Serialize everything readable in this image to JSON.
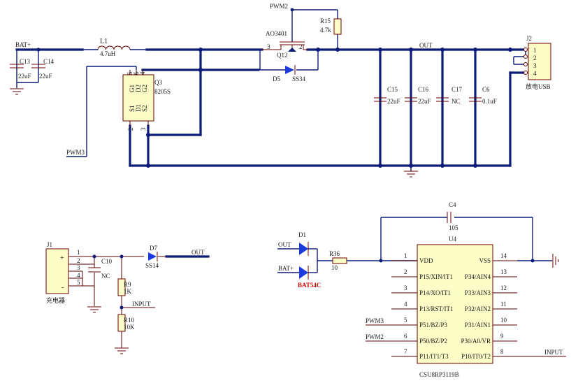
{
  "labels": {
    "bat_plus": "BAT+",
    "c13": "C13",
    "c13_val": "22uF",
    "c14": "C14",
    "c14_val": "22uF",
    "l1": "L1",
    "l1_val": "4.7uH",
    "pwm2_top": "PWM2",
    "ao3401": "AO3401",
    "q12": "Q12",
    "q12_p3": "3",
    "q12_p2": "2",
    "r15": "R15",
    "r15_val": "4.7k",
    "d5": "D5",
    "d5_val": "SS34",
    "q3": "Q3",
    "q3_val": "8205S",
    "q3_g1": "G1",
    "q3_d2": "D2",
    "q3_g2": "G2",
    "q3_s1": "S1",
    "q3_d1": "D1",
    "q3_s2": "S2",
    "q3_p5": "5",
    "q3_p6": "6",
    "q3_p4": "4",
    "q3_p2": "2",
    "q3_p3": "3",
    "pwm3": "PWM3",
    "out": "OUT",
    "c15": "C15",
    "c15_val": "22uF",
    "c16": "C16",
    "c16_val": "22uF",
    "c17": "C17",
    "c17_val": "NC",
    "c6": "C6",
    "c6_val": "0.1uF",
    "j2": "J2",
    "j2_p1": "1",
    "j2_p2": "2",
    "j2_p3": "3",
    "j2_p4": "4",
    "j2_name": "放电USB",
    "j1": "J1",
    "j1_plus": "+",
    "j1_minus": "-",
    "j1_name": "充电器",
    "j1_p1": "1",
    "j1_p2": "2",
    "j1_p3": "3",
    "j1_p4": "4",
    "j1_p5": "5",
    "c10": "C10",
    "c10_val": "NC",
    "d7": "D7",
    "d7_val": "SS14",
    "out2": "OUT",
    "r9": "R9",
    "r9_val": "1K",
    "r10": "R10",
    "r10_val": "10K",
    "input": "INPUT",
    "c4": "C4",
    "c4_val": "105",
    "u4": "U4",
    "d1": "D1",
    "d1_out": "OUT",
    "d1_bat": "BAT+",
    "d1_val": "BAT54C",
    "r36": "R36",
    "r36_val": "10",
    "u4_part": "CSU8RP3119B",
    "pwm3_b": "PWM3",
    "pwm2_b": "PWM2",
    "input_b": "INPUT",
    "u4_left_names": [
      "VDD",
      "P15/XIN/IT1",
      "P14/XO/IT1",
      "P13/RST/IT1",
      "P51/BZ/P3",
      "P50/BZ/P2",
      "P11/IT1/T3"
    ],
    "u4_right_names": [
      "VSS",
      "P34/AIN4",
      "P33/AIN3",
      "P32/AIN2",
      "P31/AIN1",
      "P30/A0/VR",
      "P10/IT0/T2"
    ],
    "u4_left_nums": [
      "1",
      "2",
      "3",
      "4",
      "5",
      "6",
      "7"
    ],
    "u4_right_nums": [
      "14",
      "13",
      "12",
      "11",
      "10",
      "9",
      "8"
    ]
  },
  "colors": {
    "wire": "#0d1b7a",
    "component": "#6b0000",
    "body_fill": "#fdfdc8",
    "red_text": "#cc0000",
    "diode_fill": "#1d3bdc"
  }
}
